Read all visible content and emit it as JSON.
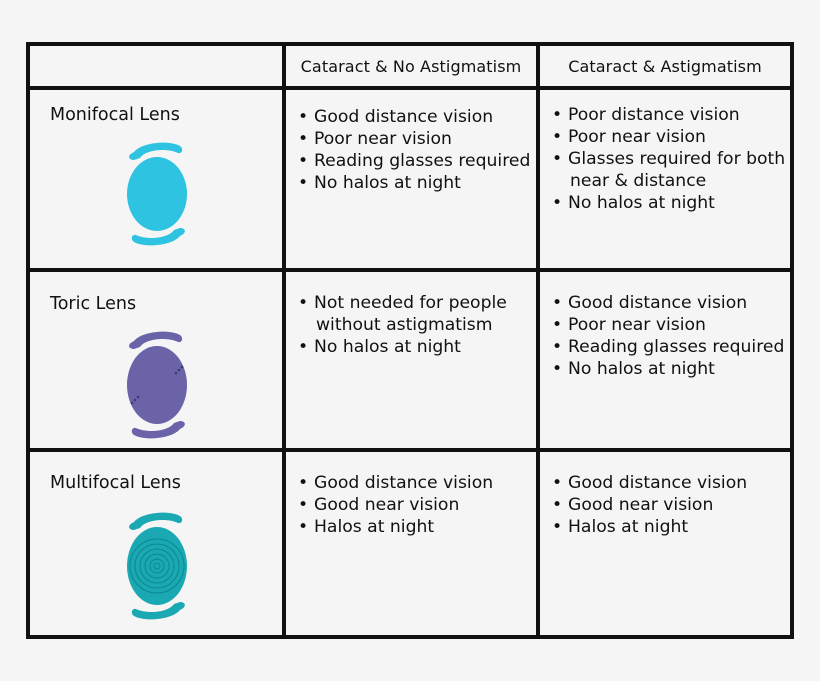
{
  "header": {
    "col1": "Cataract & No Astigmatism",
    "col2": "Cataract & Astigmatism"
  },
  "rows": [
    {
      "lens": "Monifocal Lens",
      "icon": "monofocal-lens-icon",
      "color": "#2ec3e0",
      "col1": [
        "Good distance vision",
        "Poor near vision",
        "Reading glasses required",
        "No halos at night"
      ],
      "col2": [
        "Poor distance vision",
        "Poor near vision",
        [
          "Glasses required for both",
          "near & distance"
        ],
        "No halos at night"
      ]
    },
    {
      "lens": "Toric Lens",
      "icon": "toric-lens-icon",
      "color": "#6a63a8",
      "col1": [
        [
          "Not needed for people",
          "without astigmatism"
        ],
        "No halos at night"
      ],
      "col2": [
        "Good distance vision",
        "Poor near vision",
        "Reading glasses required",
        "No halos at night"
      ]
    },
    {
      "lens": "Multifocal Lens",
      "icon": "multifocal-lens-icon",
      "color": "#1aa9b2",
      "col1": [
        "Good distance vision",
        "Good near vision",
        "Halos at night"
      ],
      "col2": [
        "Good distance vision",
        "Good near vision",
        "Halos at night"
      ]
    }
  ]
}
